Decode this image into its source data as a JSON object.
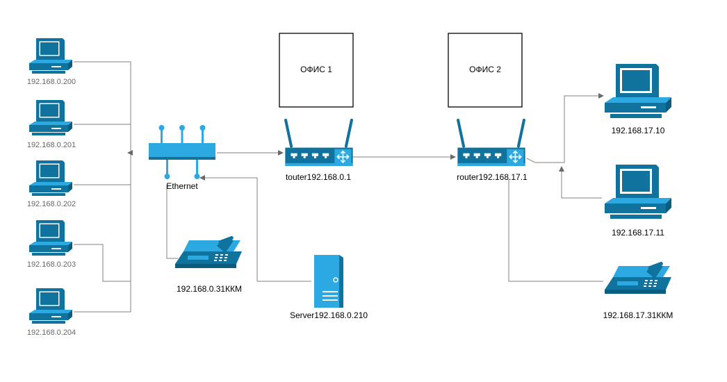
{
  "colors": {
    "device_dark": "#10739e",
    "device_light": "#2ca9e1",
    "connector": "#808080",
    "box_border": "#000000"
  },
  "offices": {
    "office1": "ОФИС 1",
    "office2": "ОФИС 2"
  },
  "office1": {
    "pcs": [
      "192.168.0.200",
      "192.168.0.201",
      "192.168.0.202",
      "192.168.0.203",
      "192.168.0.204"
    ],
    "switch_label": "Ethernet",
    "router_label": "touter192.168.0.1",
    "phone_label": "192.168.0.31ККМ",
    "server_label": "Server192.168.0.210"
  },
  "office2": {
    "router_label": "router192.168.17.1",
    "pc1_label": "192.168.17.10",
    "pc2_label": "192.168.17.11",
    "phone_label": "192.168.17.31ККМ"
  },
  "icons": [
    "pc-icon",
    "switch-icon",
    "router-icon",
    "ip-phone-icon",
    "server-icon"
  ]
}
